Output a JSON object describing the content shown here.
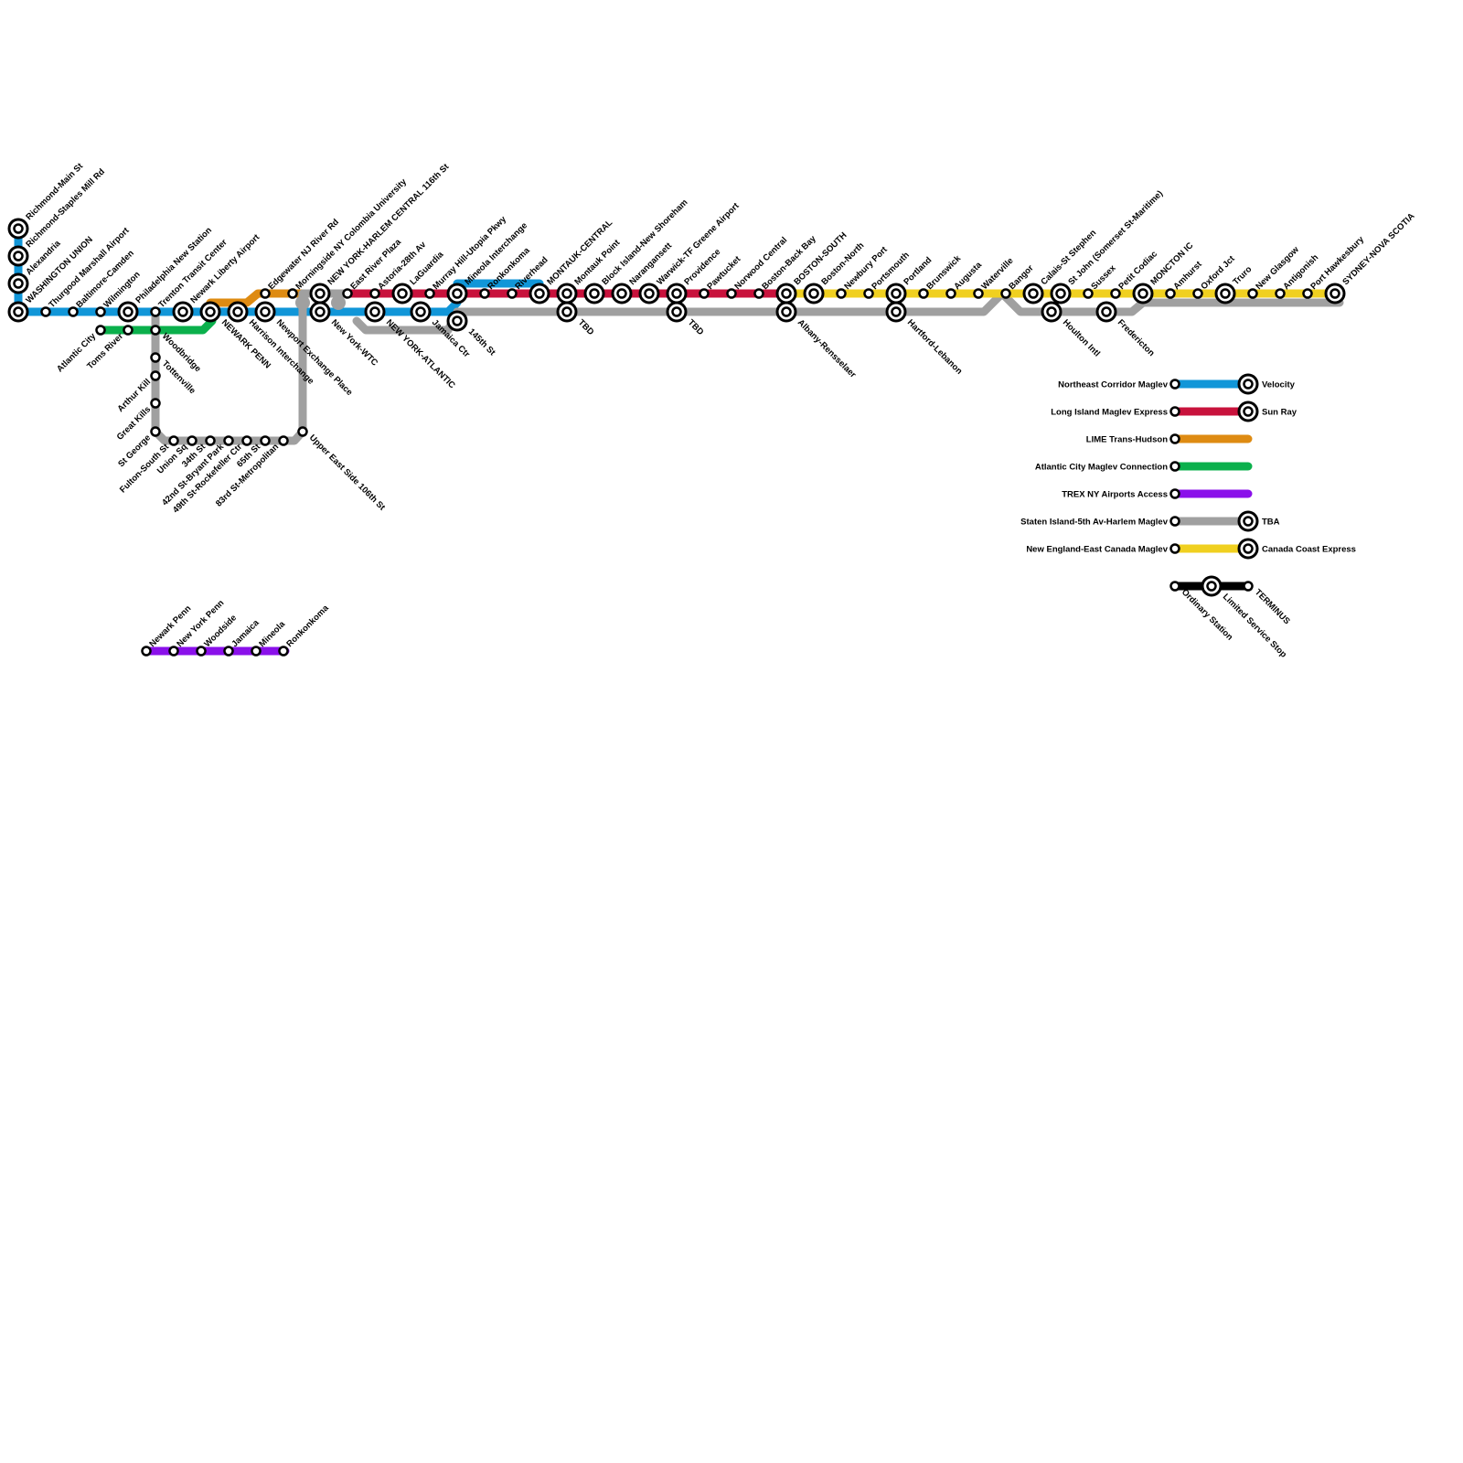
{
  "colors": {
    "velocity": "#1196d8",
    "sunray": "#c8123c",
    "lime": "#de8b12",
    "atlantic": "#0bb04c",
    "trex": "#8a10ea",
    "sifah": "#a0a0a0",
    "neec": "#f0d020",
    "black": "#000000"
  },
  "stations": [
    "Richmond-Main St",
    "Richmond-Staples Mill Rd",
    "Alexandria",
    "WASHINGTON UNION",
    "Thurgood Marshall Airport",
    "Baltimore-Camden",
    "Wilmington",
    "Philadelphia New Station",
    "Trenton Transit Center",
    "Newark Liberty Airport",
    "NEWARK PENN",
    "Harrison Interchange",
    "Newport Exchange Place",
    "Edgewater NJ River Rd",
    "Morningside NY Colombia University",
    "NEW YORK-HARLEM CENTRAL 116th St",
    "New York-WTC",
    "East River Plaza",
    "Astoria-28th Av",
    "NEW YORK-ATLANTIC",
    "LaGuardia",
    "Jamaica Ctr",
    "Murray Hill-Utopia Pkwy",
    "Mineola Interchange",
    "145th St",
    "Ronkonkoma",
    "Riverhead",
    "MONTAUK-CENTRAL",
    "Montauk Point",
    "TBD",
    "Block Island-New Shoreham",
    "Narangansett",
    "Warwick-TF Greene Airport",
    "Providence",
    "TBD",
    "Pawtucket",
    "Norwood Central",
    "Boston-Back Bay",
    "BOSTON-SOUTH",
    "Albany-Rensselaer",
    "Boston-North",
    "Newbury Port",
    "Portsmouth",
    "Portland",
    "Hartford-Lebanon",
    "Brunswick",
    "Augusta",
    "Waterville",
    "Bangor",
    "Calais-St Stephen",
    "Houlton Intl",
    "St John (Somerset St-Maritime)",
    "Sussex",
    "Petit Codiac",
    "Fredericton",
    "MONCTON IC",
    "Amhurst",
    "Oxford Jct",
    "Truro",
    "New Glasgow",
    "Antigonish",
    "Port Hawkesbury",
    "SYDNEY-NOVA SCOTIA",
    "Atlantic City",
    "Toms River",
    "Woodbridge",
    "Tottenville",
    "Arthur Kill",
    "Great Kills",
    "St George",
    "Fulton-South St",
    "Union Sq",
    "34th St",
    "42nd St-Bryant Park",
    "49th St-Rockefeller Ctr",
    "65th St",
    "83rd St-Metropolitan",
    "Upper East Side 106th St",
    "Newark Penn",
    "New York Penn",
    "Woodside",
    "Jamaica",
    "Mineola",
    "Ronkonkoma"
  ],
  "legend": {
    "lines": [
      {
        "name": "Northeast Corridor Maglev",
        "color": "#1196d8",
        "terminus_label": "Velocity",
        "terminus": true
      },
      {
        "name": "Long Island Maglev Express",
        "color": "#c8123c",
        "terminus_label": "Sun Ray",
        "terminus": true
      },
      {
        "name": "LIME Trans-Hudson",
        "color": "#de8b12",
        "terminus_label": "",
        "terminus": false
      },
      {
        "name": "Atlantic City Maglev Connection",
        "color": "#0bb04c",
        "terminus_label": "",
        "terminus": false
      },
      {
        "name": "TREX NY Airports Access",
        "color": "#8a10ea",
        "terminus_label": "",
        "terminus": false
      },
      {
        "name": "Staten Island-5th Av-Harlem Maglev",
        "color": "#a0a0a0",
        "terminus_label": "TBA",
        "terminus": true
      },
      {
        "name": "New England-East Canada Maglev",
        "color": "#f0d020",
        "terminus_label": "Canada Coast Express",
        "terminus": true
      }
    ],
    "key": [
      "Ordinary Station",
      "Limited Service Stop",
      "TERMINUS"
    ]
  }
}
